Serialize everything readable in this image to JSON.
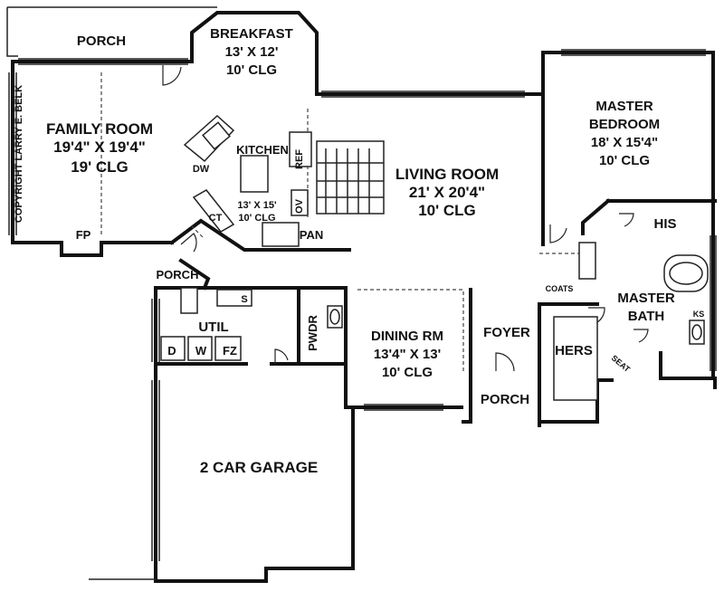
{
  "rooms": {
    "porch_top": "PORCH",
    "breakfast": {
      "name": "BREAKFAST",
      "size": "13' X 12'",
      "ceiling": "10' CLG"
    },
    "family": {
      "name": "FAMILY ROOM",
      "size": "19'4\" X 19'4\"",
      "ceiling": "19' CLG"
    },
    "kitchen": {
      "name": "KITCHEN",
      "size": "13' X 15'",
      "ceiling": "10' CLG"
    },
    "living": {
      "name": "LIVING ROOM",
      "size": "21' X 20'4\"",
      "ceiling": "10' CLG"
    },
    "master_bed": {
      "name1": "MASTER",
      "name2": "BEDROOM",
      "size": "18' X 15'4\"",
      "ceiling": "10' CLG"
    },
    "his": "HIS",
    "hers": "HERS",
    "master_bath": {
      "name1": "MASTER",
      "name2": "BATH"
    },
    "dining": {
      "name": "DINING RM",
      "size": "13'4\" X 13'",
      "ceiling": "10' CLG"
    },
    "foyer": "FOYER",
    "porch_front": "PORCH",
    "porch_side": "PORCH",
    "util": "UTIL",
    "pwdr": "PWDR",
    "garage": "2 CAR GARAGE",
    "pan": "PAN"
  },
  "fixtures": {
    "fp": "FP",
    "dw": "DW",
    "ref": "REF",
    "ov": "OV",
    "ct": "CT",
    "s": "S",
    "d": "D",
    "w": "W",
    "fz": "FZ",
    "coats": "COATS",
    "ks": "KS",
    "seat": "SEAT"
  },
  "copyright": "COPYRIGHT LARRY E. BELK"
}
